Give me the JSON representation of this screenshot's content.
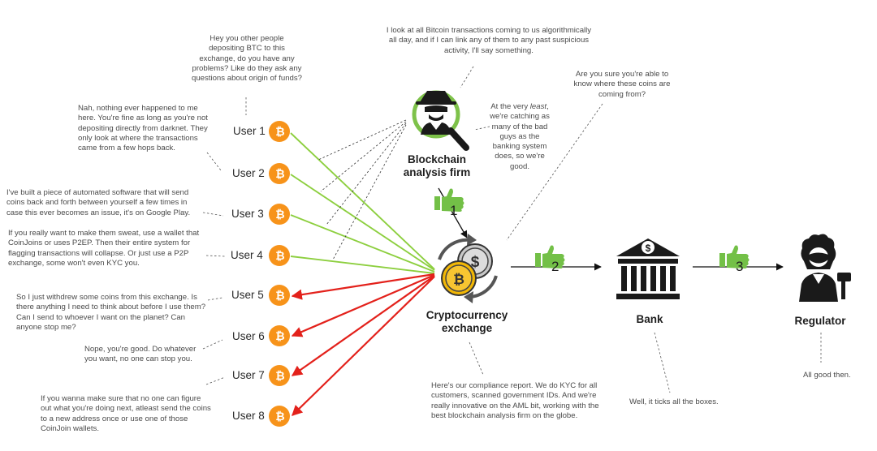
{
  "users": [
    {
      "label": "User 1",
      "outcome": "ok"
    },
    {
      "label": "User 2",
      "outcome": "ok"
    },
    {
      "label": "User 3",
      "outcome": "ok"
    },
    {
      "label": "User 4",
      "outcome": "ok"
    },
    {
      "label": "User 5",
      "outcome": "blocked"
    },
    {
      "label": "User 6",
      "outcome": "blocked"
    },
    {
      "label": "User 7",
      "outcome": "blocked"
    },
    {
      "label": "User 8",
      "outcome": "blocked"
    }
  ],
  "nodes": {
    "analysis_firm": "Blockchain analysis firm",
    "exchange": "Cryptocurrency exchange",
    "bank": "Bank",
    "regulator": "Regulator"
  },
  "steps": [
    "1",
    "2",
    "3"
  ],
  "comments": {
    "user1_question": "Hey you other people depositing BTC to this exchange, do you have any problems? Like do they ask any questions about origin of funds?",
    "user2_reply": "Nah, nothing ever happened to me here. You're fine as long as you're not depositing directly from darknet. They only look at where the transactions came from a few hops back.",
    "user3_reply": "I've built a piece of automated software that will send coins back and forth between yourself a few times in case this ever becomes an issue, it's on Google Play.",
    "user4_reply": "If you really want to make them sweat, use a wallet that CoinJoins or uses P2EP. Then their entire system for flagging transactions will collapse. Or just use a P2P exchange, some won't even KYC you.",
    "user5_question": "So I just withdrew some coins from this exchange. Is there anything I need to think about before I use them? Can I send to whoever I want on the planet? Can anyone stop me?",
    "user6_reply": "Nope, you're good. Do whatever you want, no one can stop you.",
    "user7_reply": "If you wanna make sure that no one can figure out what you're doing next, atleast send the coins to a new address once or use one of those CoinJoin wallets.",
    "analysis_firm_says": "I look at all Bitcoin transactions coming to us algorithmically all day, and if I can link any of them to any past suspicious activity, I'll say something.",
    "analysis_firm_claim_pre": "At the very ",
    "analysis_firm_claim_em": "least",
    "analysis_firm_claim_post": ", we're catching as many of the bad guys as the banking system does, so we're good.",
    "exchange_question": "Are you sure you're able to know where these coins are coming from?",
    "exchange_report": "Here's our compliance report. We do KYC for all customers, scanned government IDs. And we're really innovative on the AML bit, working with the best blockchain analysis firm on the globe.",
    "bank_says": "Well, it ticks all the boxes.",
    "regulator_says": "All good then."
  },
  "colors": {
    "bitcoin": "#f7931a",
    "ok_arrow": "#8dcf3f",
    "blocked_arrow": "#e3211b",
    "thumb": "#73c047",
    "icon_dark": "#1a1a1a"
  },
  "icons": {
    "user": "bitcoin-icon",
    "analysis_firm": "spy-magnifier-icon",
    "exchange": "coin-exchange-icon",
    "bank": "bank-icon",
    "regulator": "judge-icon",
    "approval": "thumbs-up-icon"
  }
}
